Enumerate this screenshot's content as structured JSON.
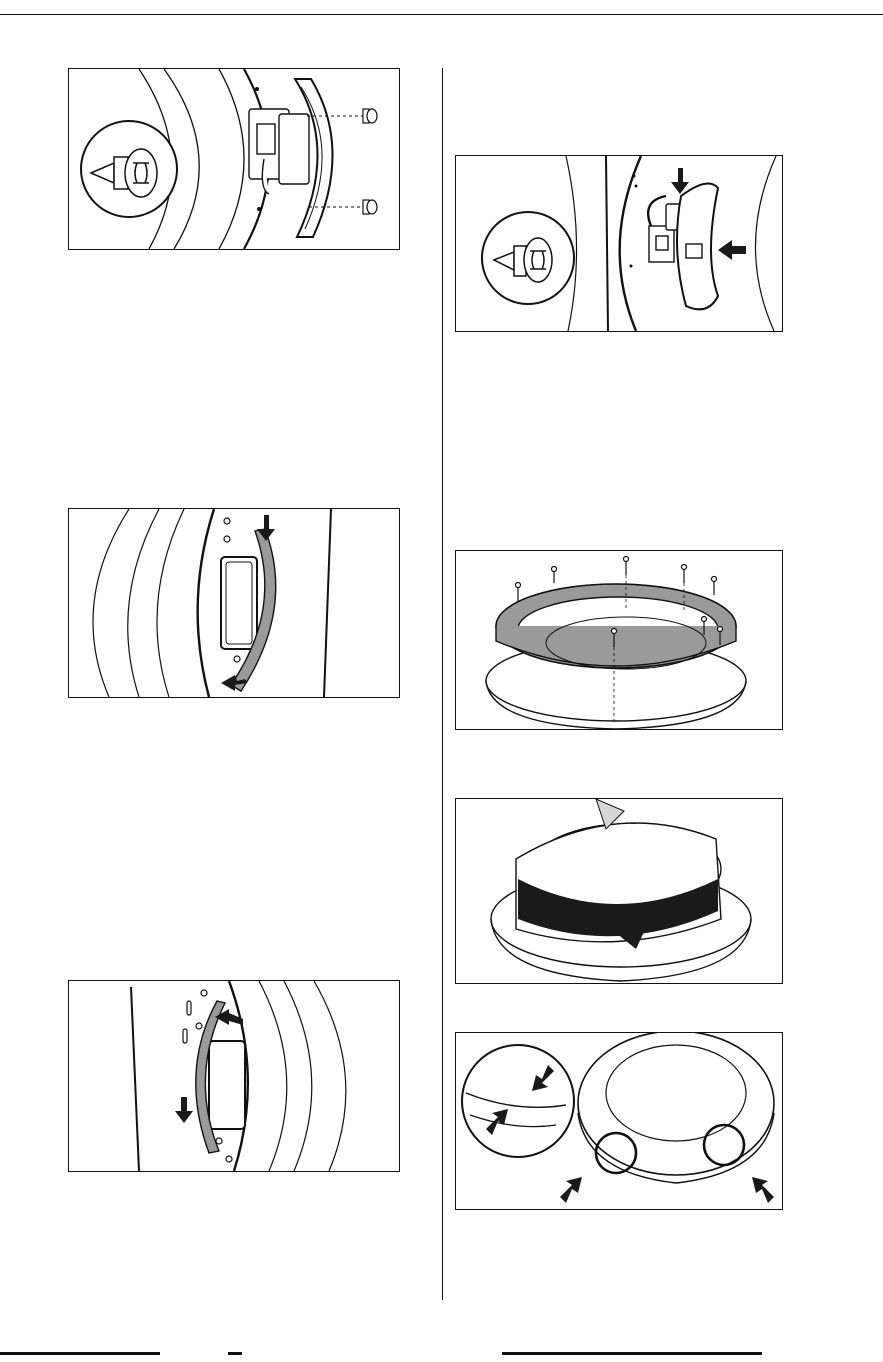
{
  "page": {
    "figures": [
      {
        "id": "fig-1",
        "depicts": "door-hinge-screws-removal"
      },
      {
        "id": "fig-2",
        "depicts": "door-trim-removal-down"
      },
      {
        "id": "fig-3",
        "depicts": "door-trim-removal-left"
      },
      {
        "id": "fig-4",
        "depicts": "door-lock-hook-removal"
      },
      {
        "id": "fig-5",
        "depicts": "door-ring-screws-removal"
      },
      {
        "id": "fig-6",
        "depicts": "door-frame-rotation"
      },
      {
        "id": "fig-7",
        "depicts": "door-frame-clip-release"
      }
    ]
  },
  "icons": [
    "screw-icon",
    "arrow-icon",
    "magnifier-circle-icon"
  ],
  "colors": {
    "ink": "#111111",
    "fill_gray": "#9a9a9a",
    "arrow_black": "#1a1a1a",
    "band_gray": "#d6d6d6"
  }
}
